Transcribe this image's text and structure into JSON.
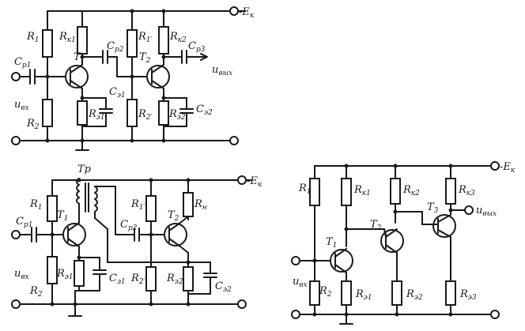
{
  "circuit1": {
    "supply": "-E",
    "supply_sub": "к",
    "r1": "R",
    "r1_sub": "1",
    "rk1": "R",
    "rk1_sub": "к1",
    "cp2": "C",
    "cp2_sub": "р2",
    "r1p": "R",
    "r1p_sub": "1′",
    "rk2": "R",
    "rk2_sub": "к2",
    "cp3": "C",
    "cp3_sub": "р3",
    "out": "u",
    "out_sub": "вых",
    "cp1": "C",
    "cp1_sub": "р1",
    "t1": "T",
    "t1_sub": "1",
    "t2": "T",
    "t2_sub": "2",
    "ce1": "C",
    "ce1_sub": "э1",
    "ce2": "C",
    "ce2_sub": "э2",
    "in": "u",
    "in_sub": "вх",
    "r2": "R",
    "r2_sub": "2",
    "re1": "R",
    "re1_sub": "э1",
    "r2p": "R",
    "r2p_sub": "2′",
    "re2": "R",
    "re2_sub": "э2"
  },
  "circuit2": {
    "tr": "Tр",
    "supply": "-E",
    "supply_sub": "к",
    "r1": "R",
    "r1_sub": "1",
    "r1p": "R",
    "r1p_sub": "1′",
    "rn": "R",
    "rn_sub": "н",
    "cp1": "C",
    "cp1_sub": "р1",
    "t1": "T",
    "t1_sub": "1",
    "cp2": "C",
    "cp2_sub": "р2",
    "t2": "T",
    "t2_sub": "2",
    "in": "u",
    "in_sub": "вх",
    "re1": "R",
    "re1_sub": "э1",
    "ce1": "C",
    "ce1_sub": "э1",
    "r2p": "R",
    "r2p_sub": "2′",
    "re2": "R",
    "re2_sub": "э2",
    "ce2": "C",
    "ce2_sub": "э2",
    "r2": "R",
    "r2_sub": "2"
  },
  "circuit3": {
    "supply": "-E",
    "supply_sub": "к",
    "r1": "R",
    "r1_sub": "1",
    "rk1": "R",
    "rk1_sub": "к1",
    "rk2": "R",
    "rk2_sub": "к2",
    "rk3": "R",
    "rk3_sub": "к3",
    "out": "u",
    "out_sub": "вых",
    "t1": "T",
    "t1_sub": "1",
    "t2": "T",
    "t2_sub": "2",
    "t3": "T",
    "t3_sub": "3",
    "in": "u",
    "in_sub": "вх",
    "r2": "R",
    "r2_sub": "2",
    "re1": "R",
    "re1_sub": "э1",
    "re2": "R",
    "re2_sub": "э2",
    "re3": "R",
    "re3_sub": "э3"
  }
}
